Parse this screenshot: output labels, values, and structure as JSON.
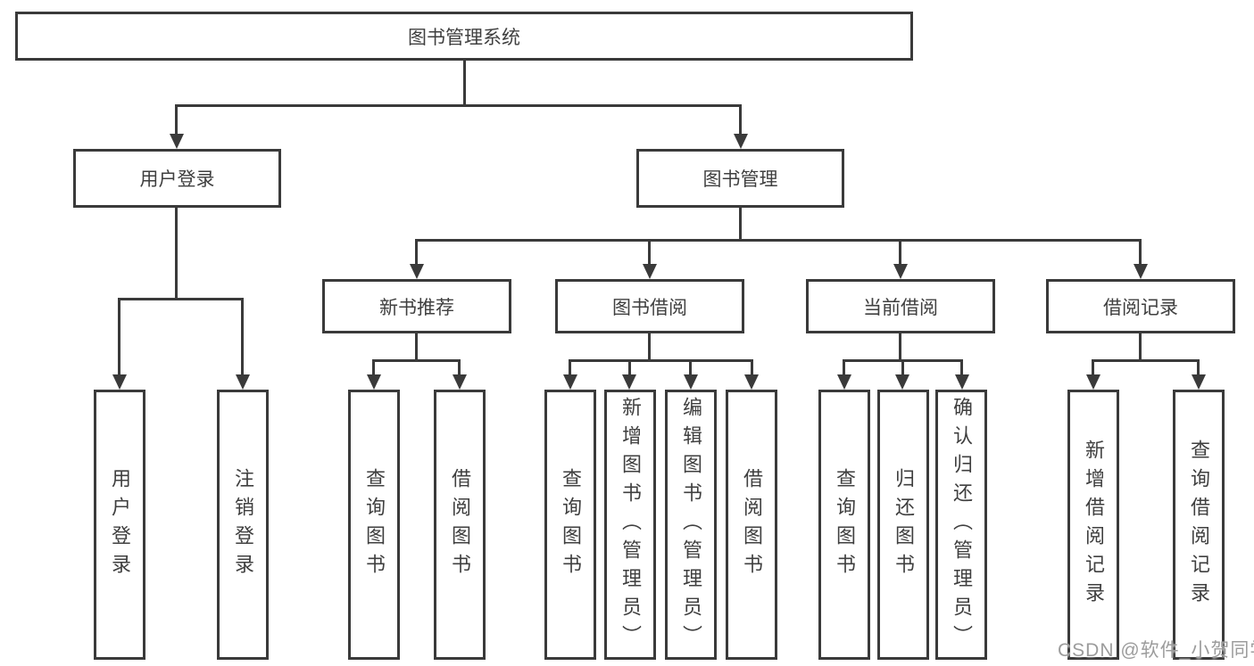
{
  "diagram": {
    "root": {
      "label": "图书管理系统"
    },
    "branches": [
      {
        "label": "用户登录",
        "children": [
          {
            "label": "用户登录"
          },
          {
            "label": "注销登录"
          }
        ]
      },
      {
        "label": "图书管理",
        "children": [
          {
            "label": "新书推荐",
            "children": [
              {
                "label": "查询图书"
              },
              {
                "label": "借阅图书"
              }
            ]
          },
          {
            "label": "图书借阅",
            "children": [
              {
                "label": "查询图书"
              },
              {
                "label": "新增图书（管理员）"
              },
              {
                "label": "编辑图书（管理员）"
              },
              {
                "label": "借阅图书"
              }
            ]
          },
          {
            "label": "当前借阅",
            "children": [
              {
                "label": "查询图书"
              },
              {
                "label": "归还图书"
              },
              {
                "label": "确认归还（管理员）"
              }
            ]
          },
          {
            "label": "借阅记录",
            "children": [
              {
                "label": "新增借阅记录"
              },
              {
                "label": "查询借阅记录"
              }
            ]
          }
        ]
      }
    ]
  },
  "watermark": {
    "text": "CSDN @软件_小贺同学"
  },
  "colors": {
    "line": "#3a3a3a",
    "ink": "#3f3f3f",
    "watermark": "#9c9c9c",
    "bg": "#ffffff"
  }
}
